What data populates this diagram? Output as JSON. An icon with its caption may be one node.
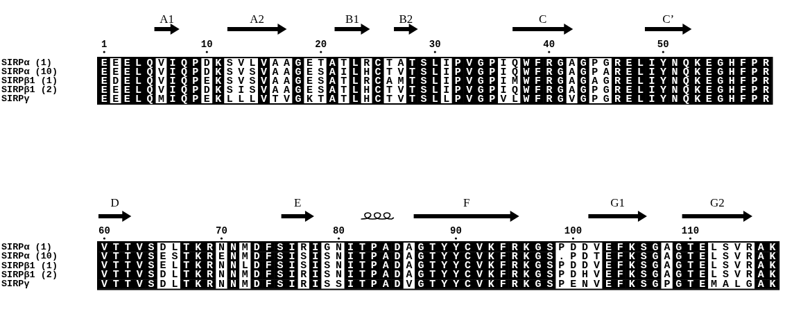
{
  "diagram": {
    "labels": [
      "A1",
      "A2",
      "B1",
      "B2",
      "C",
      "C’",
      "1",
      "10",
      "20",
      "30",
      "40",
      "50",
      "SIRPα (1)",
      "EEELQVIQPDKSVLVAAGETATLRCTATSLIPVGPIQWFRGAGPGRELIYNQKEGHFPR",
      "SIRPα (10)",
      "EEELQVIQPDKSVSVAAGESAILHCTVTSLIPVGPIQWFRGAGPARELIYNQKEGHFPR",
      "SIRPβ1 (1)",
      "EDELQVIQPEKSVSVAAGESATLRCAMTSLIPVGPIMWFRGAGAGRELIYNQKEGHFPR",
      "SIRPβ1 (2)",
      "EEELQVIQPDKSISVAAGESATLHCTVTSLIPVGPIQWFRGAGPGRELIYNQKEGHFPR",
      "SIRPγ",
      "EEELQMIQPEKLLLVTVGKTATLHCTVTSLLPVGPVLWFRGVGPGRELIYNQKEGHFPR",
      "D",
      "E",
      "F",
      "G1",
      "G2",
      "60",
      "70",
      "80",
      "90",
      "100",
      "110",
      "SIRPα (1)",
      "VTTVSDLTKRNNMDFSIRIGNITPADAGTYYCVKFRKGSPDDVEFKSGAGTELSVRAK",
      "SIRPα (10)",
      "VTTVSESTKRENMDFSISISNITPADAGTYYCVKFRKGS.PDTEFKSGAGTELSVRAK",
      "SIRPβ1 (1)",
      "VTTVSELTKRNNLDFSISISNITPADAGTYYCVKFRKGSPDDVEFKSGAGTELSVRAK",
      "SIRPβ1 (2)",
      "VTTVSDLTKRNNMDFSIRISNITPADAGTYYCVKFRKGSPDHVEFKSGAGTELSVRAK",
      "SIRPγ",
      "VTTVSDLTKRNNMDFSIRISSITPADVGTYYCVKFRKGSPENVEFKSGPGTEMALGAK"
    ]
  }
}
